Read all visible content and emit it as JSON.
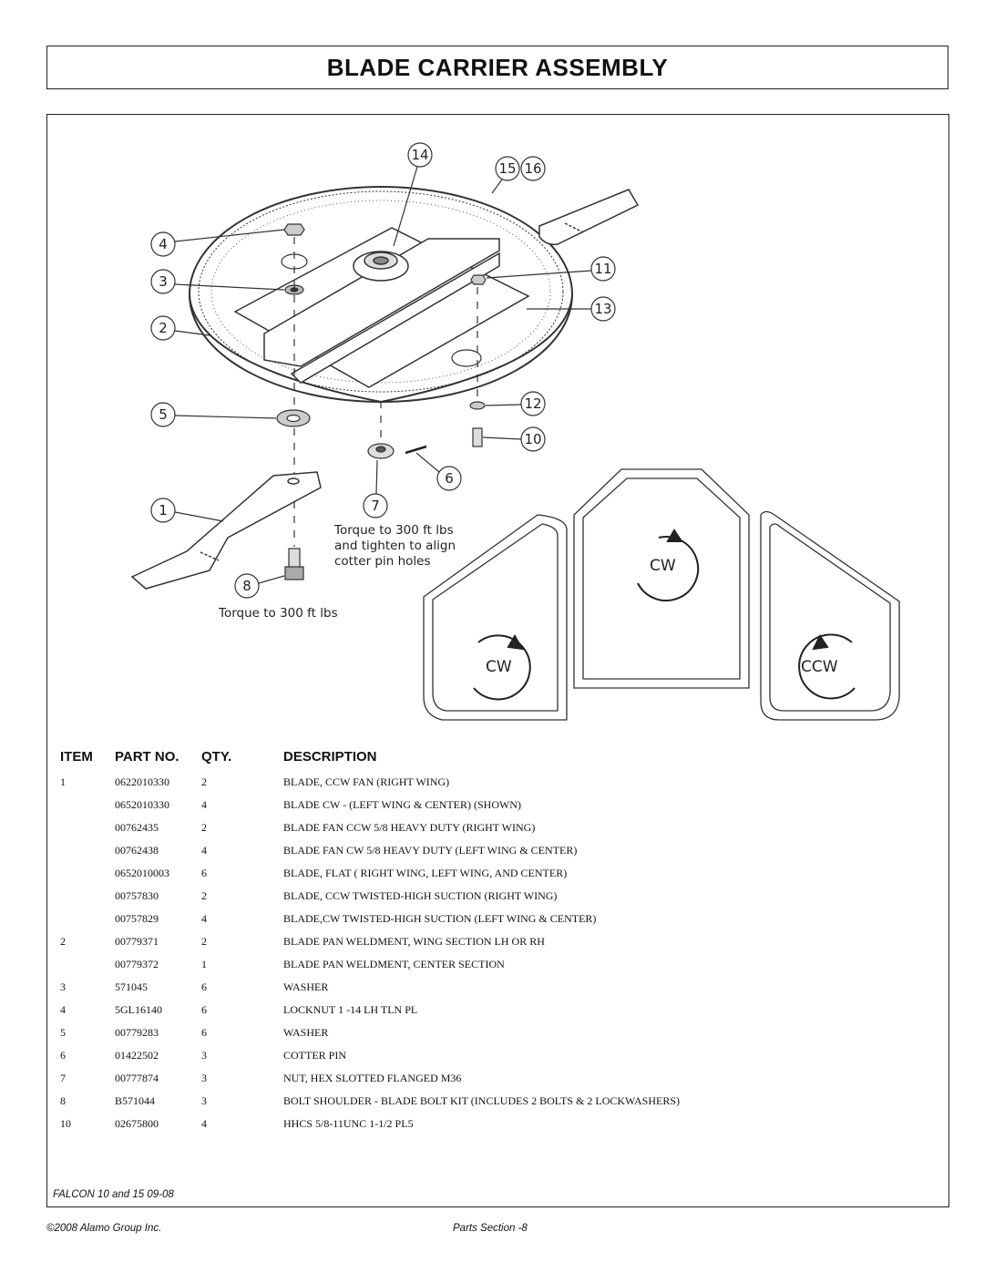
{
  "title": "BLADE CARRIER ASSEMBLY",
  "diagram": {
    "callouts": [
      "14",
      "15",
      "16",
      "4",
      "3",
      "2",
      "11",
      "13",
      "5",
      "12",
      "10",
      "6",
      "1",
      "7",
      "8"
    ],
    "note_nut_line1": "Torque to 300 ft lbs",
    "note_nut_line2": "and tighten to align",
    "note_nut_line3": "cotter pin holes",
    "note_bolt": "Torque to 300 ft lbs",
    "rotation_center": "CW",
    "rotation_left": "CW",
    "rotation_right": "CCW"
  },
  "table": {
    "headers": {
      "item": "ITEM",
      "part": "PART NO.",
      "qty": "QTY.",
      "desc": "DESCRIPTION"
    },
    "rows": [
      {
        "item": "1",
        "part": "0622010330",
        "qty": "2",
        "desc": "BLADE, CCW FAN (RIGHT WING)"
      },
      {
        "item": "",
        "part": "0652010330",
        "qty": "4",
        "desc": "BLADE CW - (LEFT WING & CENTER)  (SHOWN)"
      },
      {
        "item": "",
        "part": "00762435",
        "qty": "2",
        "desc": "BLADE FAN CCW 5/8 HEAVY DUTY (RIGHT WING)"
      },
      {
        "item": "",
        "part": "00762438",
        "qty": "4",
        "desc": "BLADE FAN CW 5/8 HEAVY DUTY (LEFT WING & CENTER)"
      },
      {
        "item": "",
        "part": "0652010003",
        "qty": "6",
        "desc": "BLADE, FLAT ( RIGHT WING, LEFT WING, AND CENTER)"
      },
      {
        "item": "",
        "part": "00757830",
        "qty": "2",
        "desc": "BLADE, CCW TWISTED-HIGH SUCTION (RIGHT WING)"
      },
      {
        "item": "",
        "part": "00757829",
        "qty": "4",
        "desc": "BLADE,CW TWISTED-HIGH SUCTION (LEFT WING & CENTER)"
      },
      {
        "item": "2",
        "part": "00779371",
        "qty": "2",
        "desc": "BLADE PAN WELDMENT, WING SECTION LH OR RH"
      },
      {
        "item": "",
        "part": "00779372",
        "qty": "1",
        "desc": "BLADE PAN WELDMENT, CENTER SECTION"
      },
      {
        "item": "3",
        "part": "571045",
        "qty": "6",
        "desc": "WASHER"
      },
      {
        "item": "4",
        "part": "5GL16140",
        "qty": "6",
        "desc": "LOCKNUT 1 -14 LH TLN PL"
      },
      {
        "item": "5",
        "part": "00779283",
        "qty": "6",
        "desc": "WASHER"
      },
      {
        "item": "6",
        "part": "01422502",
        "qty": "3",
        "desc": "COTTER PIN"
      },
      {
        "item": "7",
        "part": "00777874",
        "qty": "3",
        "desc": "NUT, HEX SLOTTED FLANGED M36"
      },
      {
        "item": "8",
        "part": "B571044",
        "qty": "3",
        "desc": "BOLT SHOULDER - BLADE BOLT KIT (INCLUDES 2 BOLTS & 2 LOCKWASHERS)"
      },
      {
        "item": "10",
        "part": "02675800",
        "qty": "4",
        "desc": "HHCS 5/8-11UNC 1-1/2 PL5"
      }
    ]
  },
  "footer": {
    "model": "FALCON 10 and 15 09-08",
    "copyright": "©2008 Alamo Group Inc.",
    "section": "Parts Section -8"
  }
}
